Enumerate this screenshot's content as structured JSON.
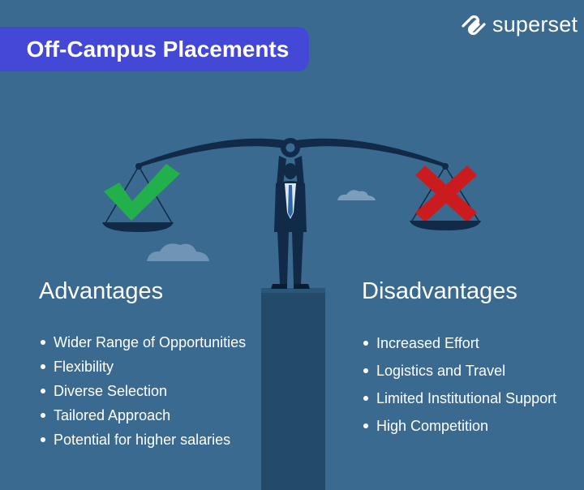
{
  "header": {
    "title": "Off-Campus Placements"
  },
  "brand": {
    "name": "superset",
    "icon": "superset-logo-icon"
  },
  "advantages": {
    "heading": "Advantages",
    "items": [
      "Wider Range of Opportunities",
      "Flexibility",
      "Diverse Selection",
      "Tailored Approach",
      "Potential for higher salaries"
    ]
  },
  "disadvantages": {
    "heading": "Disadvantages",
    "items": [
      "Increased Effort",
      "Logistics and Travel",
      "Limited Institutional Support",
      "High Competition"
    ]
  },
  "colors": {
    "background": "#3b6a91",
    "title_pill": "#4448d6",
    "check": "#22b04c",
    "cross": "#cc1b1e",
    "figure": "#102a47",
    "pillar": "#244a69",
    "cloud": "#6f94b5"
  }
}
